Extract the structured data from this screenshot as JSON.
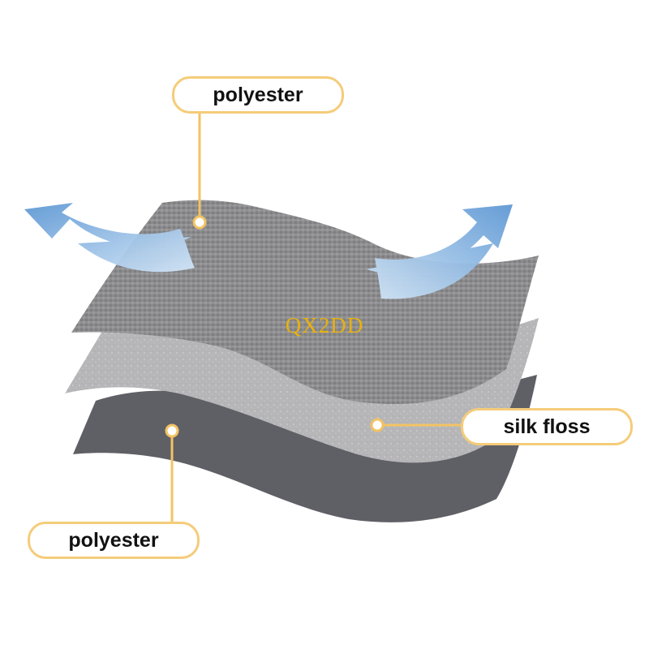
{
  "labels": {
    "top": "polyester",
    "middle": "silk floss",
    "bottom": "polyester"
  },
  "watermark": "QX2DD",
  "colors": {
    "label_border": "#f5cc7a",
    "connector": "#f2c363",
    "top_layer": "#8a8a8c",
    "middle_layer": "#b8b8ba",
    "bottom_layer": "#606068",
    "arrow": "#6aa3d8",
    "watermark": "#e8b10e"
  },
  "icons": [
    "airflow-arrow-left-icon",
    "airflow-arrow-right-icon"
  ]
}
